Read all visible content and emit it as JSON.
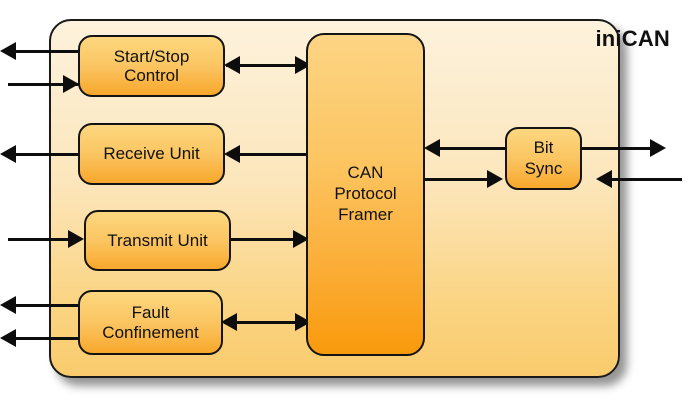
{
  "diagram": {
    "title": "iniCAN",
    "type": "block-diagram",
    "container": {
      "label": "iniCAN",
      "fill_top": "#FDF2DC",
      "fill_bottom": "#F9CB6D",
      "border_color": "#1a1a1a"
    },
    "block_fill_top": "#FCD77F",
    "block_fill_bottom": "#F8A82C",
    "blocks": [
      {
        "id": "start-stop-control",
        "line1": "Start/Stop",
        "line2": "Control"
      },
      {
        "id": "receive-unit",
        "line1": "Receive Unit",
        "line2": ""
      },
      {
        "id": "transmit-unit",
        "line1": "Transmit Unit",
        "line2": ""
      },
      {
        "id": "fault-confinement",
        "line1": "Fault",
        "line2": "Confinement"
      },
      {
        "id": "can-protocol-framer",
        "line1": "CAN",
        "line2": "Protocol",
        "line3": "Framer"
      },
      {
        "id": "bit-sync",
        "line1": "Bit",
        "line2": "Sync"
      }
    ],
    "connections": [
      {
        "from": "start-stop-control",
        "to": "external-left",
        "direction": "out"
      },
      {
        "from": "external-left",
        "to": "start-stop-control",
        "direction": "in"
      },
      {
        "from": "start-stop-control",
        "to": "can-protocol-framer",
        "direction": "bidirectional"
      },
      {
        "from": "receive-unit",
        "to": "external-left",
        "direction": "out"
      },
      {
        "from": "can-protocol-framer",
        "to": "receive-unit",
        "direction": "in"
      },
      {
        "from": "external-left",
        "to": "transmit-unit",
        "direction": "in"
      },
      {
        "from": "transmit-unit",
        "to": "can-protocol-framer",
        "direction": "out"
      },
      {
        "from": "fault-confinement",
        "to": "external-left",
        "direction": "out"
      },
      {
        "from": "fault-confinement",
        "to": "external-left",
        "direction": "out"
      },
      {
        "from": "fault-confinement",
        "to": "can-protocol-framer",
        "direction": "bidirectional"
      },
      {
        "from": "bit-sync",
        "to": "can-protocol-framer",
        "direction": "out"
      },
      {
        "from": "can-protocol-framer",
        "to": "bit-sync",
        "direction": "out"
      },
      {
        "from": "bit-sync",
        "to": "external-right",
        "direction": "out"
      },
      {
        "from": "external-right",
        "to": "bit-sync",
        "direction": "in"
      }
    ]
  }
}
